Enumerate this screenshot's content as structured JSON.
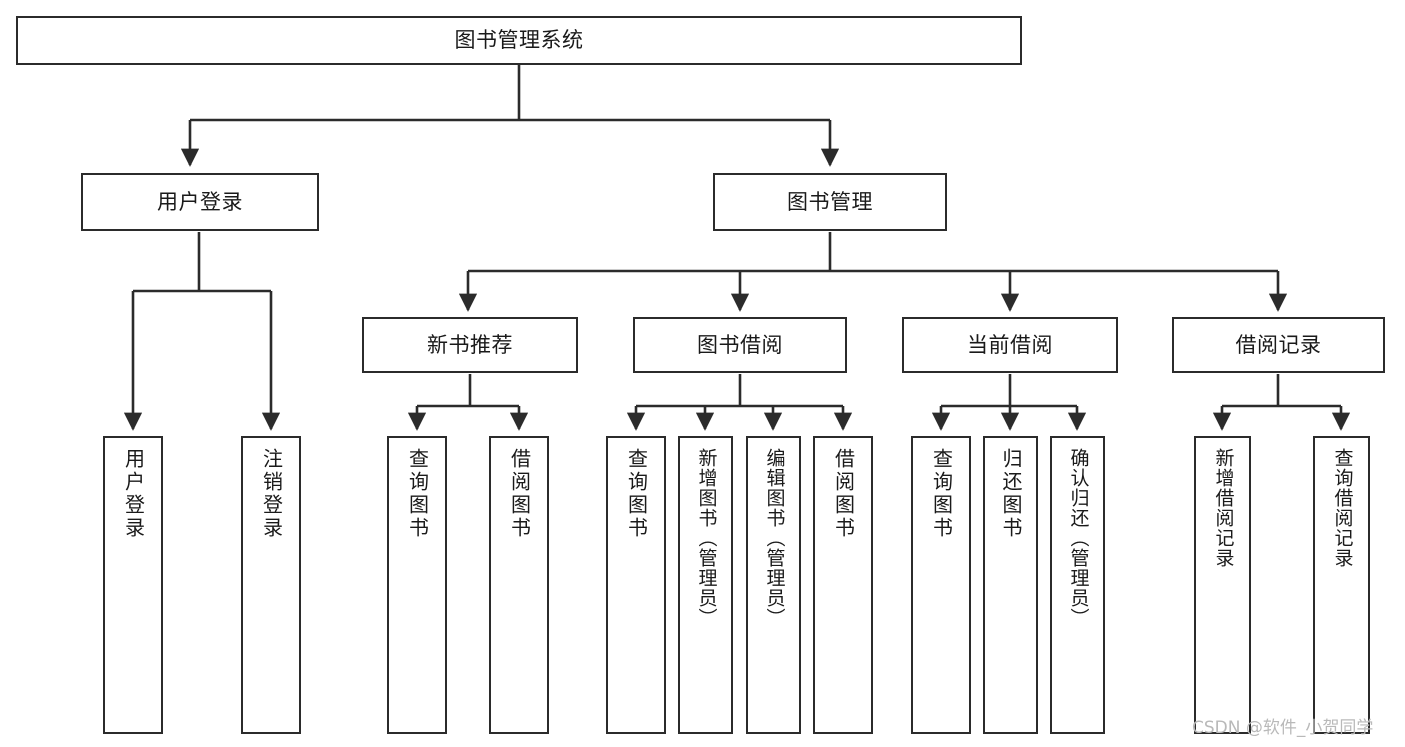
{
  "diagram": {
    "type": "tree",
    "title": "图书管理系统",
    "orientation": "top-down",
    "colors": {
      "background": "#ffffff",
      "node_border": "#2b2b2b",
      "node_fill": "#ffffff",
      "edge": "#2b2b2b",
      "text": "#1a1a1a",
      "watermark": "#b9b9b9"
    }
  },
  "nodes": {
    "root": {
      "label": "图书管理系统"
    },
    "level1": [
      {
        "label": "用户登录"
      },
      {
        "label": "图书管理"
      }
    ],
    "level2": [
      {
        "label": "新书推荐"
      },
      {
        "label": "图书借阅"
      },
      {
        "label": "当前借阅"
      },
      {
        "label": "借阅记录"
      }
    ],
    "leaves": {
      "user_login": [
        {
          "label": "用户登录"
        },
        {
          "label": "注销登录"
        }
      ],
      "new_book": [
        {
          "label": "查询图书"
        },
        {
          "label": "借阅图书"
        }
      ],
      "book_borrow": [
        {
          "label": "查询图书"
        },
        {
          "label": "新增图书（管理员）"
        },
        {
          "label": "编辑图书（管理员）"
        },
        {
          "label": "借阅图书"
        }
      ],
      "current_borrow": [
        {
          "label": "查询图书"
        },
        {
          "label": "归还图书"
        },
        {
          "label": "确认归还（管理员）"
        }
      ],
      "borrow_record": [
        {
          "label": "新增借阅记录"
        },
        {
          "label": "查询借阅记录"
        }
      ]
    }
  },
  "watermark": {
    "text": "CSDN @软件_小贺同学"
  }
}
